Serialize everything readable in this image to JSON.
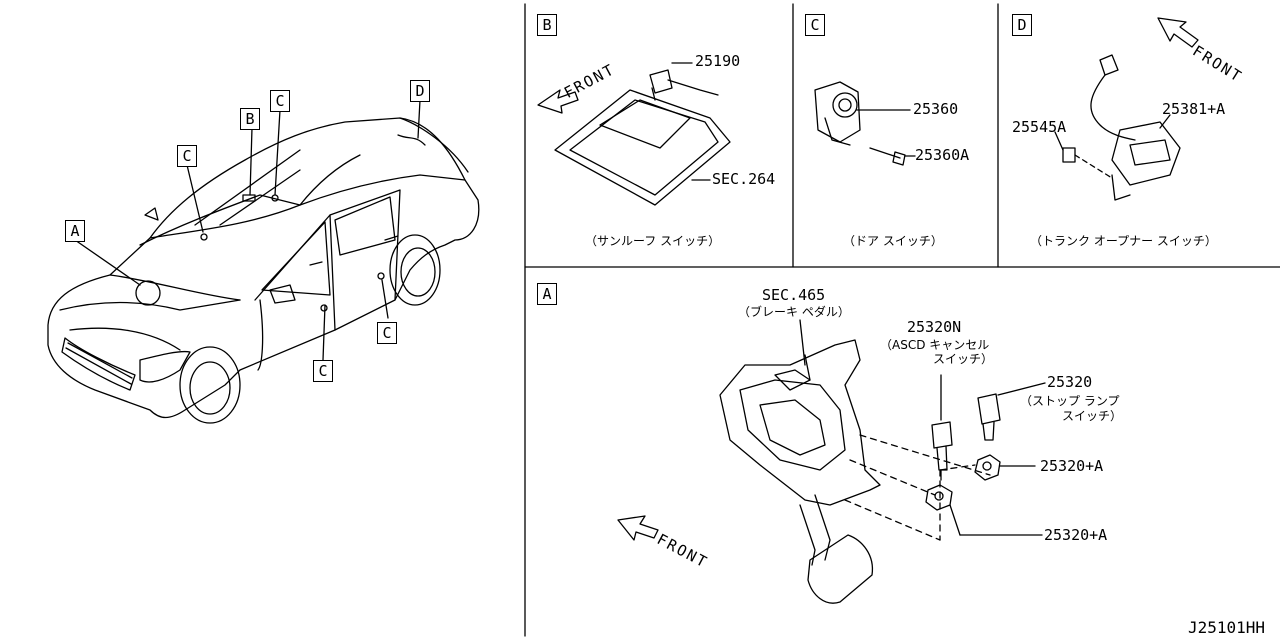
{
  "panels": {
    "b": {
      "letter": "B",
      "caption": "（サンルーフ スイッチ）"
    },
    "c": {
      "letter": "C",
      "caption": "（ドア スイッチ）"
    },
    "d": {
      "letter": "D",
      "caption": "（トランク オープナー スイッチ）"
    },
    "a": {
      "letter": "A"
    }
  },
  "car_callouts": [
    "A",
    "B",
    "C",
    "C",
    "C",
    "C",
    "D"
  ],
  "parts": {
    "p25190": "25190",
    "sec264": "SEC.264",
    "p25360": "25360",
    "p25360a": "25360A",
    "p25545a": "25545A",
    "p25381a": "25381+A",
    "sec465": "SEC.465",
    "sec465_jp": "（ブレーキ ペダル）",
    "p25320n": "25320N",
    "p25320n_jp1": "（ASCD キャンセル",
    "p25320n_jp2": "スイッチ）",
    "p25320": "25320",
    "p25320_jp1": "（ストップ ランプ",
    "p25320_jp2": "スイッチ）",
    "p25320a_1": "25320+A",
    "p25320a_2": "25320+A"
  },
  "front_label": "FRONT",
  "diagram_code": "J25101HH"
}
